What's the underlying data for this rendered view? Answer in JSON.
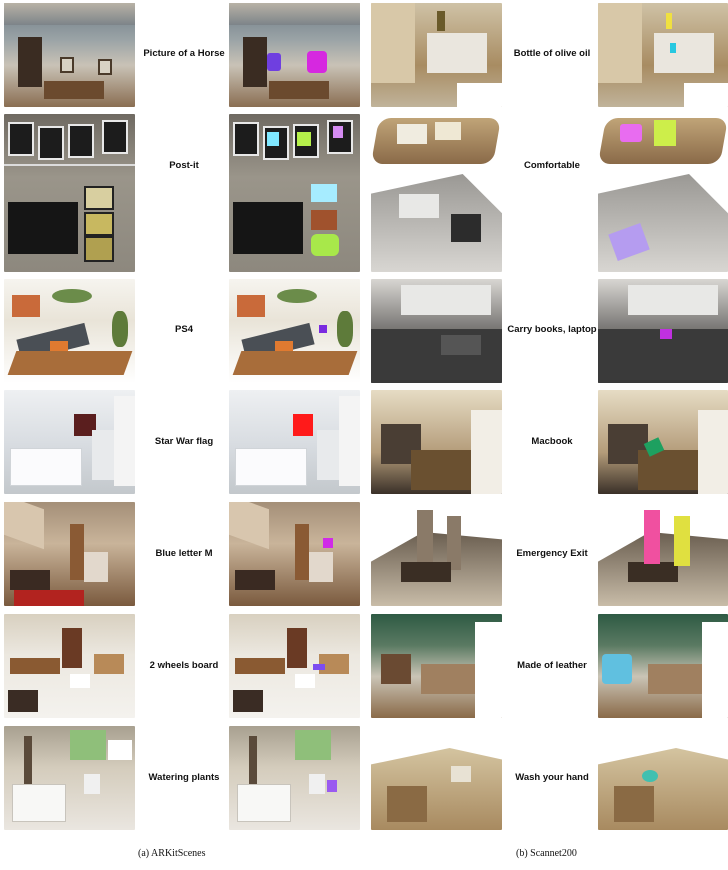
{
  "left": {
    "caption": "(a) ARKitScenes",
    "rows": [
      {
        "query": "Picture of a Horse",
        "scene": "livingroom",
        "masks": [
          {
            "color": "#6f3fe0"
          },
          {
            "color": "#d628e0"
          }
        ]
      },
      {
        "query": "Post-it",
        "scene": "frames",
        "masks": [
          {
            "color": "#7fe7ff"
          },
          {
            "color": "#b5f04a"
          },
          {
            "color": "#d58cf2"
          },
          {
            "color": "#a6ecff"
          },
          {
            "color": "#a0522d"
          },
          {
            "color": "#a8e84a"
          }
        ]
      },
      {
        "query": "PS4",
        "scene": "lounge",
        "masks": [
          {
            "color": "#7a2be0"
          }
        ]
      },
      {
        "query": "Star War flag",
        "scene": "bedroom",
        "masks": [
          {
            "color": "#ff1a1a"
          }
        ]
      },
      {
        "query": "Blue letter M",
        "scene": "attic",
        "masks": [
          {
            "color": "#d02ae8"
          }
        ]
      },
      {
        "query": "2 wheels board",
        "scene": "bright-living",
        "masks": [
          {
            "color": "#7c4cf0"
          }
        ]
      },
      {
        "query": "Watering plants",
        "scene": "bathroom",
        "masks": [
          {
            "color": "#9a5af0"
          }
        ]
      }
    ]
  },
  "right": {
    "caption": "(b) Scannet200",
    "rows": [
      {
        "query": "Bottle of olive oil",
        "scene": "kitchen",
        "masks": [
          {
            "color": "#28c8e0"
          },
          {
            "color": "#f0e040"
          }
        ]
      },
      {
        "query": "Comfortable",
        "scene": "office",
        "masks": [
          {
            "color": "#e86cf0"
          },
          {
            "color": "#cdee4a"
          },
          {
            "color": "#b59cf0"
          }
        ]
      },
      {
        "query": "Carry books, laptop",
        "scene": "dark-room",
        "masks": [
          {
            "color": "#c030e0"
          }
        ]
      },
      {
        "query": "Macbook",
        "scene": "cluttered",
        "masks": [
          {
            "color": "#1ea060"
          }
        ]
      },
      {
        "query": "Emergency Exit",
        "scene": "hall",
        "masks": [
          {
            "color": "#f050a0"
          },
          {
            "color": "#e0e040"
          }
        ]
      },
      {
        "query": "Made of leather",
        "scene": "classroom",
        "masks": [
          {
            "color": "#60c0e0"
          }
        ]
      },
      {
        "query": "Wash your hand",
        "scene": "washroom",
        "masks": [
          {
            "color": "#40c0b0"
          }
        ]
      }
    ]
  }
}
